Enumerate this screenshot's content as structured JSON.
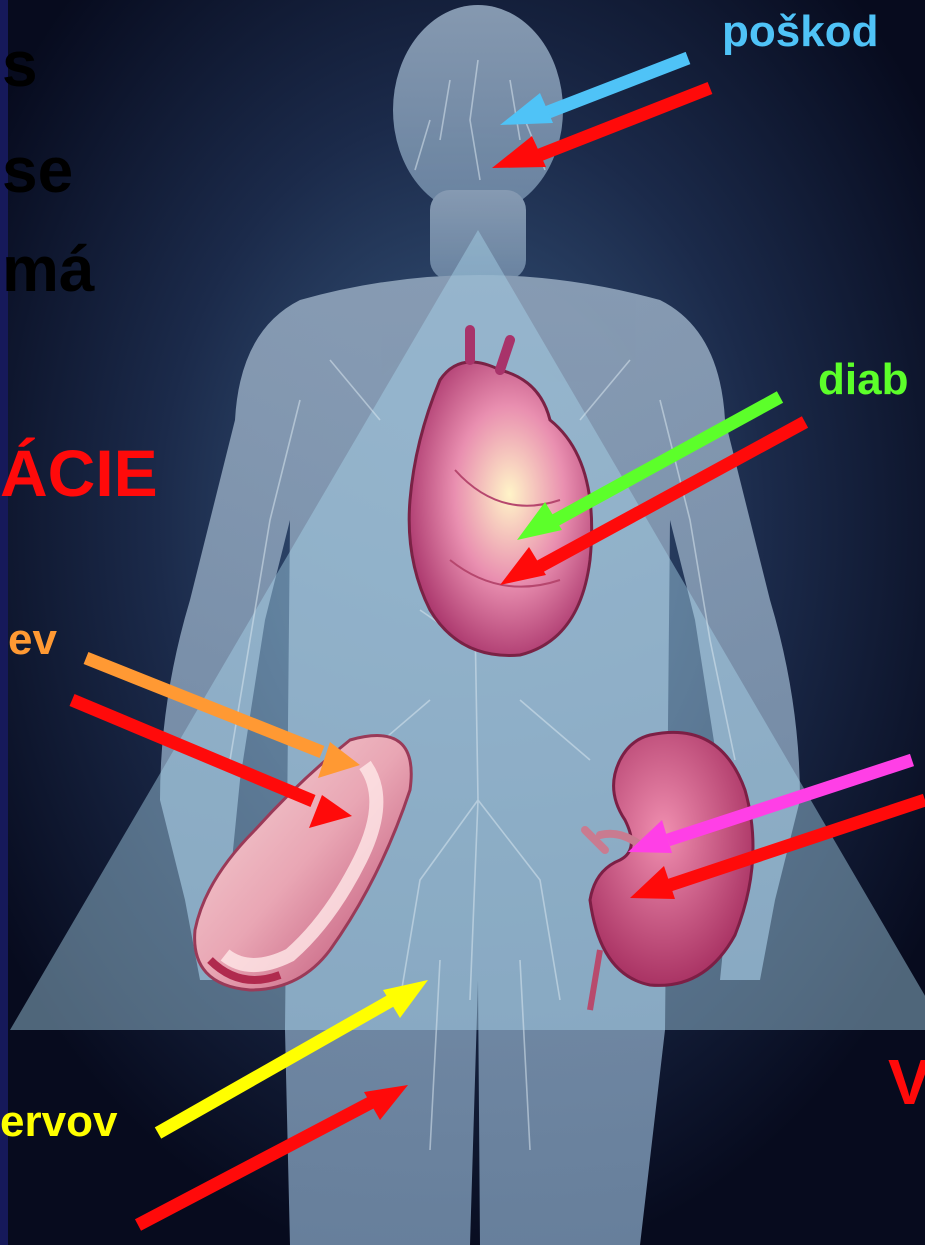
{
  "heading": {
    "line1": "s",
    "line2": "se",
    "line3": "má",
    "complications": "ÁCIE"
  },
  "labels": {
    "top_right": "poškod",
    "upper_right": "diab",
    "left_mid": "ev",
    "lower_right": "V",
    "bottom_left": "ervov"
  },
  "colors": {
    "background": "#070b1e",
    "top_right": "#4fc3f7",
    "upper_right": "#5cff2a",
    "left_mid": "#ff9933",
    "kidney": "#ff3fe6",
    "legs": "#ffff00",
    "accent_red": "#ff0a0a"
  },
  "icons": [
    "human-body-icon",
    "heart-icon",
    "blood-vessel-icon",
    "kidney-icon"
  ]
}
